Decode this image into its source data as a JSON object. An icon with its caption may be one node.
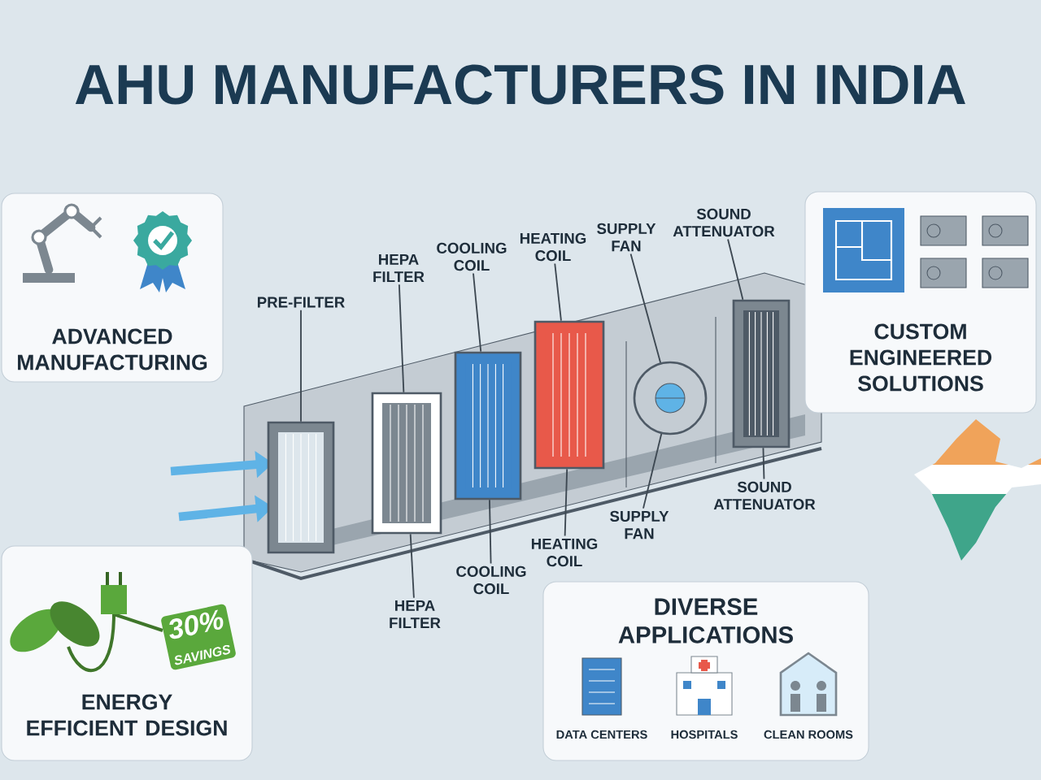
{
  "diagram": {
    "title": "AHU MANUFACTURERS IN INDIA",
    "nodes": [
      {
        "text": [
          "ADVANCED MANUFACTURING"
        ]
      },
      {
        "text": [
          "ENERGY EFFICIENT DESIGN"
        ]
      },
      {
        "text": [
          "30%",
          "SAVINGS"
        ],
        "in": 1
      },
      {
        "text": [
          "CUSTOM ENGINEERED SOLUTIONS"
        ]
      },
      {
        "text": [
          "DIVERSE APPLICATIONS",
          "DATA CENTERS",
          "HOSPITALS",
          "CLEAN ROOMS"
        ]
      },
      {
        "text": [
          "PRE-FILTER"
        ]
      },
      {
        "text": [
          "HEPA FILTER"
        ]
      },
      {
        "text": [
          "COOLING COIL"
        ]
      },
      {
        "text": [
          "HEATING COIL"
        ]
      },
      {
        "text": [
          "SUPPLY FAN"
        ]
      },
      {
        "text": [
          "SOUND ATTENUATOR"
        ]
      },
      {
        "text": [],
        "shape": "box"
      },
      {
        "text": [],
        "shape": "box"
      },
      {
        "text": [],
        "shape": "box"
      },
      {
        "text": [],
        "shape": "box"
      },
      {
        "text": [],
        "shape": "circle"
      },
      {
        "text": [],
        "shape": "box"
      },
      {
        "text": [
          "HEPA FILTER"
        ]
      },
      {
        "text": [
          "COOLING COIL"
        ]
      },
      {
        "text": [
          "HEATING COIL"
        ]
      },
      {
        "text": [
          "SUPPLY FAN"
        ]
      },
      {
        "text": [
          "SOUND ATTENUATOR"
        ]
      }
    ],
    "edges": [
      {
        "from": 5,
        "to": 11,
        "arrow": "none"
      },
      {
        "from": 6,
        "to": 12,
        "arrow": "none"
      },
      {
        "from": 7,
        "to": 13,
        "arrow": "none"
      },
      {
        "from": 8,
        "to": 14,
        "arrow": "none"
      },
      {
        "from": 9,
        "to": 15,
        "arrow": "none"
      },
      {
        "from": 10,
        "to": 16,
        "arrow": "none"
      },
      {
        "from": 17,
        "to": 12,
        "arrow": "none"
      },
      {
        "from": 18,
        "to": 13,
        "arrow": "none"
      },
      {
        "from": 19,
        "to": 14,
        "arrow": "none"
      },
      {
        "from": 20,
        "to": 15,
        "arrow": "none"
      },
      {
        "from": 21,
        "to": 16,
        "arrow": "none"
      }
    ]
  }
}
